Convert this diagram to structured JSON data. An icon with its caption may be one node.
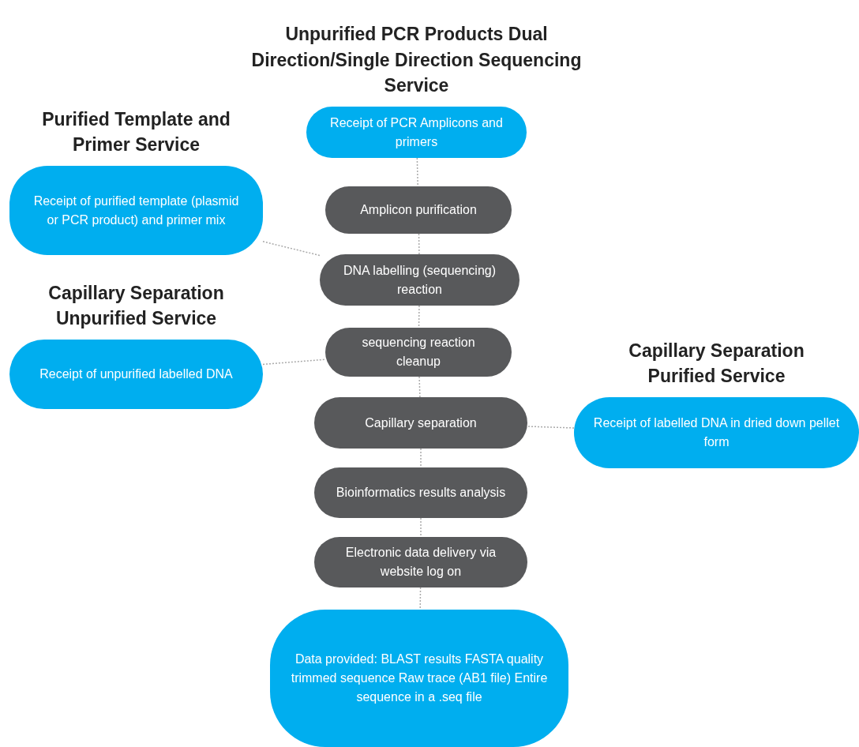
{
  "diagram": {
    "nodes": [
      {
        "text": [
          "Unpurified PCR Products Dual Direction/Single Direction Sequencing Service",
          "Receipt of PCR Amplicons and primers"
        ]
      },
      {
        "text": [
          "Purified Template and Primer Service",
          "Receipt of purified template (plasmid or PCR product) and primer mix"
        ]
      },
      {
        "text": [
          "Amplicon purification"
        ]
      },
      {
        "text": [
          "DNA labelling (sequencing) reaction"
        ]
      },
      {
        "text": [
          "Capillary Separation Unpurified Service",
          "Receipt of unpurified labelled DNA"
        ]
      },
      {
        "text": [
          "sequencing reaction cleanup"
        ]
      },
      {
        "text": [
          "Capillary Separation Purified Service",
          "Receipt of labelled DNA in dried down pellet form"
        ]
      },
      {
        "text": [
          "Capillary separation"
        ]
      },
      {
        "text": [
          "Bioinformatics results analysis"
        ]
      },
      {
        "text": [
          "Electronic data delivery via website log on"
        ]
      },
      {
        "text": [
          "Data provided: BLAST results FASTA quality trimmed sequence Raw trace (AB1 file) Entire sequence in a .seq file"
        ]
      }
    ],
    "edges": [
      {
        "from": 0,
        "to": 2,
        "arrow": "none"
      },
      {
        "from": 2,
        "to": 3,
        "arrow": "none"
      },
      {
        "from": 3,
        "to": 5,
        "arrow": "none"
      },
      {
        "from": 5,
        "to": 7,
        "arrow": "none"
      },
      {
        "from": 7,
        "to": 8,
        "arrow": "none"
      },
      {
        "from": 8,
        "to": 9,
        "arrow": "none"
      },
      {
        "from": 9,
        "to": 10,
        "arrow": "none"
      },
      {
        "from": 1,
        "to": 3,
        "arrow": "none"
      },
      {
        "from": 4,
        "to": 5,
        "arrow": "none"
      },
      {
        "from": 6,
        "to": 7,
        "arrow": "none"
      }
    ]
  }
}
